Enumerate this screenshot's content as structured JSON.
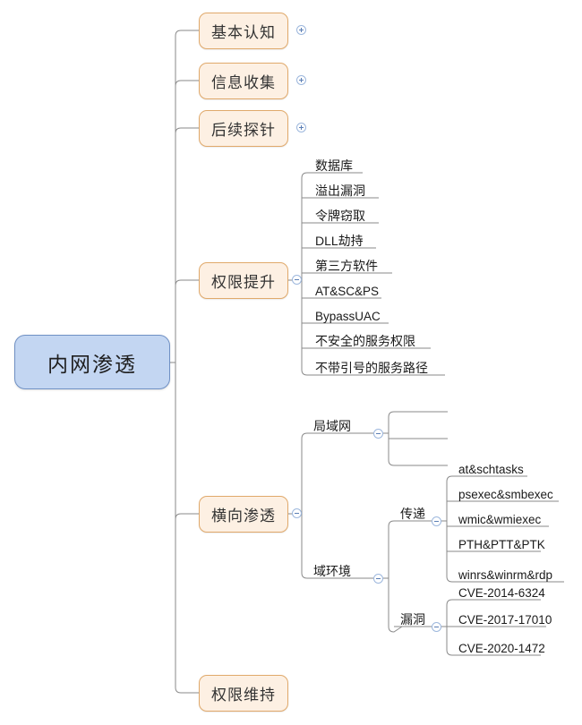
{
  "app": {
    "type": "mindmap",
    "background": "#ffffff",
    "root_fill": "#c3d6f2",
    "root_stroke": "#6f90c4",
    "branch_fill": "#fdf0e3",
    "branch_stroke": "#e0a96b",
    "wire_color": "#8a8a8a",
    "ctrl_color": "#9db7dd"
  },
  "root": {
    "label": "内网渗透"
  },
  "branches": [
    {
      "label": "基本认知",
      "control": "plus"
    },
    {
      "label": "信息收集",
      "control": "plus"
    },
    {
      "label": "后续探针",
      "control": "plus"
    },
    {
      "label": "权限提升",
      "control": "minus"
    },
    {
      "label": "横向渗透",
      "control": "minus"
    },
    {
      "label": "权限维持",
      "control": "none"
    }
  ],
  "privilege_escalation": {
    "parent": "权限提升",
    "items": [
      "数据库",
      "溢出漏洞",
      "令牌窃取",
      "DLL劫持",
      "第三方软件",
      "AT&SC&PS",
      "BypassUAC",
      "不安全的服务权限",
      "不带引号的服务路径"
    ]
  },
  "lateral_movement": {
    "parent": "横向渗透",
    "groups": [
      {
        "label": "局域网",
        "control": "minus",
        "items": [
          "",
          "",
          ""
        ]
      },
      {
        "label": "域环境",
        "control": "minus",
        "subgroups": [
          {
            "label": "传递",
            "control": "minus",
            "items": [
              "at&schtasks",
              "psexec&smbexec",
              "wmic&wmiexec",
              "PTH&PTT&PTK",
              "winrs&winrm&rdp"
            ]
          },
          {
            "label": "漏洞",
            "control": "minus",
            "items": [
              "CVE-2014-6324",
              "CVE-2017-17010",
              "CVE-2020-1472"
            ]
          }
        ]
      }
    ]
  }
}
